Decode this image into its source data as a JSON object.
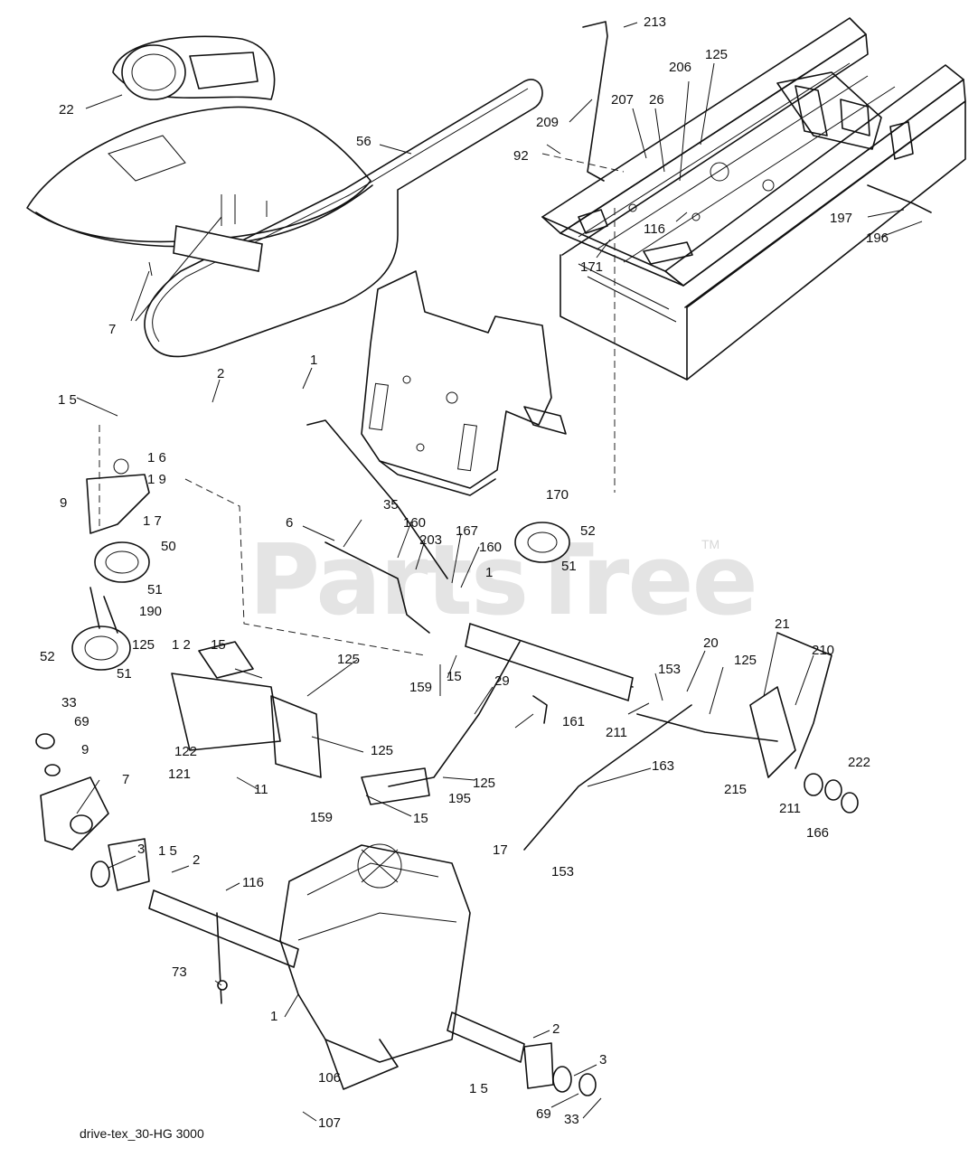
{
  "watermark": "PartsTree",
  "trademark": "TM",
  "diagram_code": "drive-tex_30-HG 3000",
  "callouts": {
    "c213": "213",
    "c125a": "125",
    "c206": "206",
    "c207": "207",
    "c26": "26",
    "c209": "209",
    "c92": "92",
    "c56": "56",
    "c22": "22",
    "c197": "197",
    "c196": "196",
    "c116a": "116",
    "c171": "171",
    "c7a": "7",
    "c1a": "1",
    "c2a": "2",
    "c15a": "1 5",
    "c16": "1 6",
    "c19": "1 9",
    "c9a": "9",
    "c17a": "1 7",
    "c50": "50",
    "c51a": "51",
    "c190": "190",
    "c52a": "52",
    "c51b": "51",
    "c170": "170",
    "c52b": "52",
    "c51c": "51",
    "c35": "35",
    "c6": "6",
    "c160a": "160",
    "c203": "203",
    "c167": "167",
    "c160b": "160",
    "c1b": "1",
    "c21": "21",
    "c210": "210",
    "c125b": "125",
    "c12": "1 2",
    "c15b": "15",
    "c125c": "125",
    "c20": "20",
    "c153a": "153",
    "c125d": "125",
    "c159a": "159",
    "c15c": "15",
    "c29": "29",
    "c161": "161",
    "c211a": "211",
    "c33a": "33",
    "c69a": "69",
    "c9b": "9",
    "c122": "122",
    "c121": "121",
    "c125e": "125",
    "c11": "11",
    "c7b": "7",
    "c159b": "159",
    "c15d": "15",
    "c195": "195",
    "c125f": "125",
    "c163": "163",
    "c215": "215",
    "c211b": "211",
    "c222": "222",
    "c166": "166",
    "c3a": "3",
    "c15e": "1 5",
    "c2b": "2",
    "c116b": "116",
    "c17b": "17",
    "c153b": "153",
    "c73": "73",
    "c1c": "1",
    "c2c": "2",
    "c3b": "3",
    "c106": "106",
    "c15f": "1 5",
    "c69b": "69",
    "c33b": "33",
    "c107": "107"
  }
}
